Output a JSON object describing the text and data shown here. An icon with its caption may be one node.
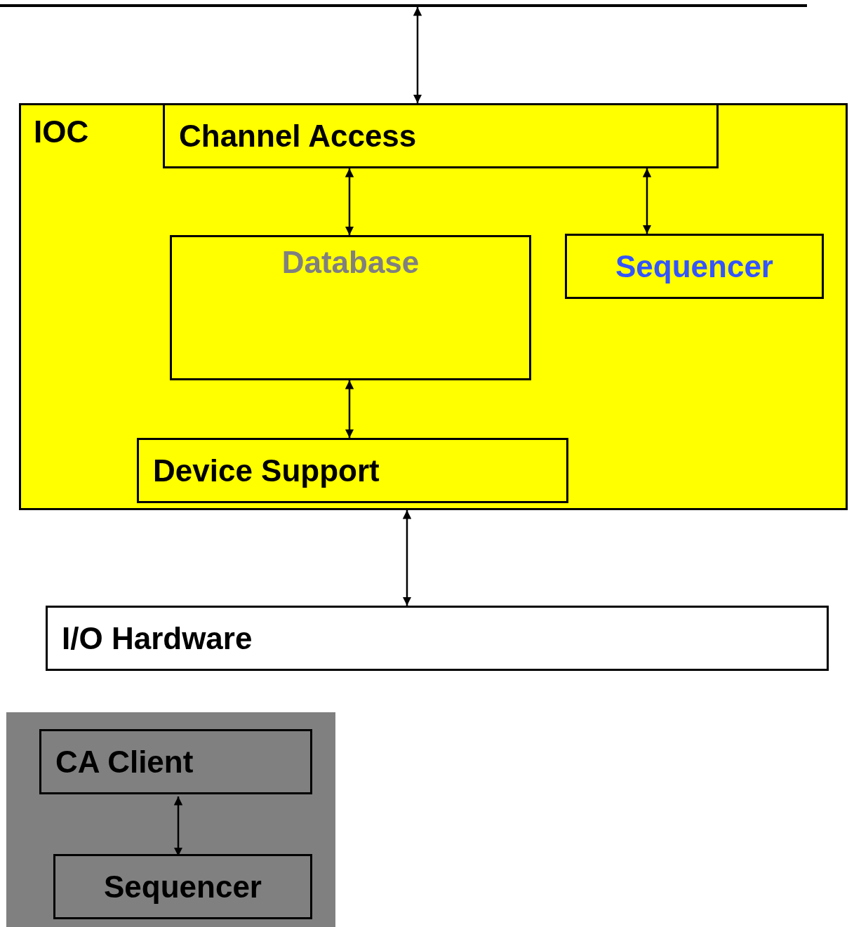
{
  "diagram": {
    "nodes": [
      {
        "text": [],
        "shape": "bar"
      },
      {
        "text": [
          "IOC"
        ]
      },
      {
        "text": [
          "Channel Access"
        ],
        "in": 1
      },
      {
        "text": [
          "Database"
        ],
        "in": 1
      },
      {
        "text": [
          "Sequencer"
        ],
        "in": 1
      },
      {
        "text": [
          "Device Support"
        ],
        "in": 1
      },
      {
        "text": [
          "I/O Hardware"
        ]
      },
      {
        "text": [],
        "shape": "box"
      },
      {
        "text": [
          "CA Client"
        ],
        "in": 7
      },
      {
        "text": [
          "Sequencer"
        ],
        "in": 7
      }
    ],
    "edges": [
      {
        "from": 0,
        "to": 2,
        "arrow": "both"
      },
      {
        "from": 2,
        "to": 3,
        "arrow": "both"
      },
      {
        "from": 2,
        "to": 4,
        "arrow": "both"
      },
      {
        "from": 3,
        "to": 5,
        "arrow": "both"
      },
      {
        "from": 1,
        "to": 6,
        "arrow": "both"
      },
      {
        "from": 8,
        "to": 9,
        "arrow": "both"
      }
    ]
  }
}
